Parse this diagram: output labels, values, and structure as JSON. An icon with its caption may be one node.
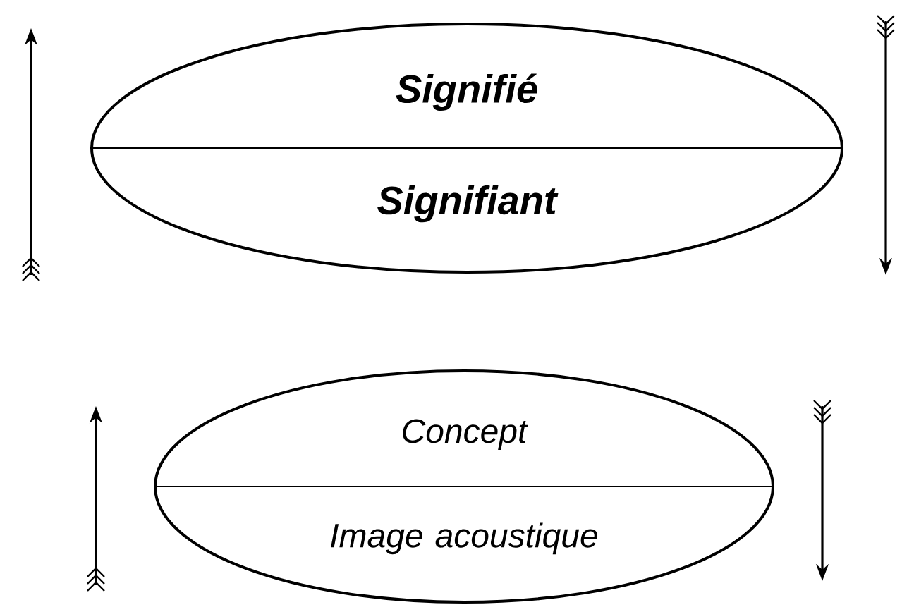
{
  "diagram": {
    "nodes": [
      {
        "text": [
          "Signifié",
          "Signifiant"
        ]
      },
      {
        "text": [
          "Concept",
          "Image acoustique"
        ]
      }
    ]
  }
}
